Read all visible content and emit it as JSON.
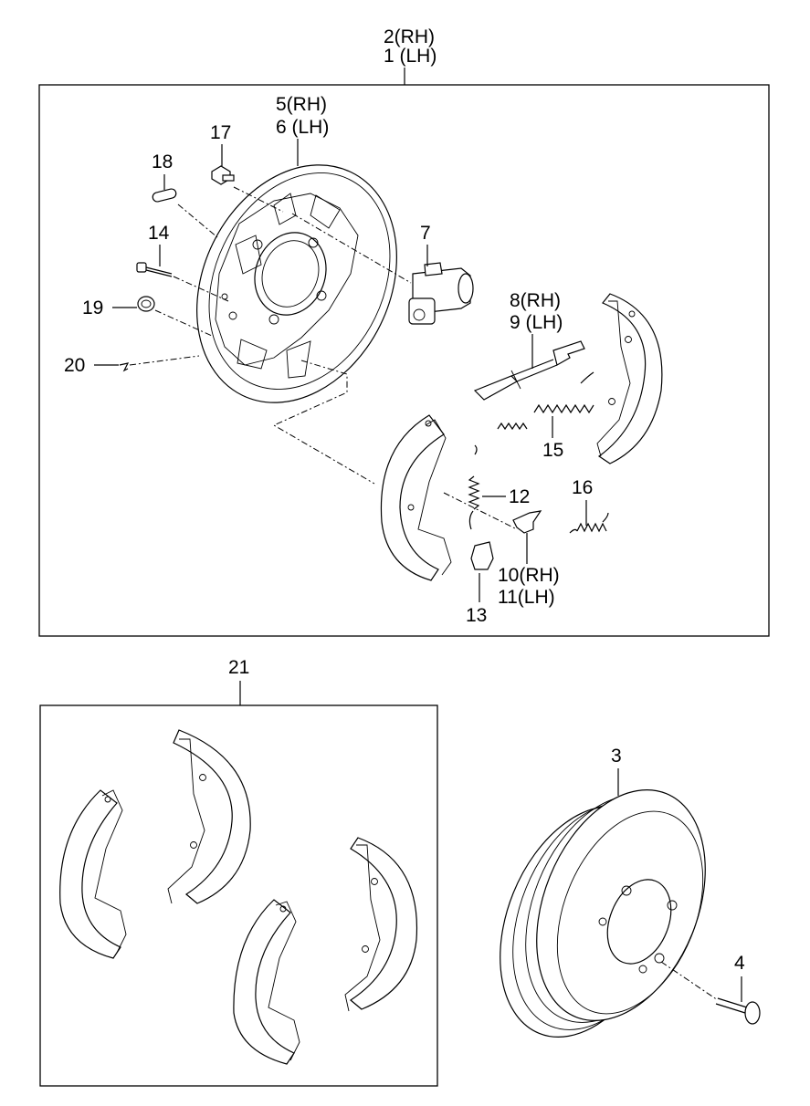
{
  "assembly_top": {
    "line1": "2(RH)",
    "line2": "1 (LH)"
  },
  "kit_label": "21",
  "callouts": {
    "p3": "3",
    "p4": "4",
    "p5": "5(RH)",
    "p6": "6 (LH)",
    "p7": "7",
    "p8": "8(RH)",
    "p9": "9 (LH)",
    "p10": "10(RH)",
    "p11": "11(LH)",
    "p12": "12",
    "p13": "13",
    "p14": "14",
    "p15": "15",
    "p16": "16",
    "p17": "17",
    "p18": "18",
    "p19": "19",
    "p20": "20"
  }
}
